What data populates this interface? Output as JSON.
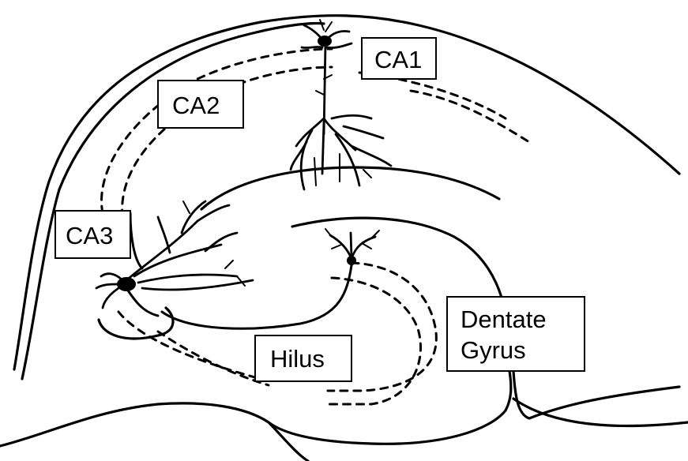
{
  "labels": {
    "ca1": "CA1",
    "ca2": "CA2",
    "ca3": "CA3",
    "hilus": "Hilus",
    "dentate_line1": "Dentate",
    "dentate_line2": "Gyrus"
  },
  "colors": {
    "ink": "#000000",
    "background": "#ffffff"
  }
}
